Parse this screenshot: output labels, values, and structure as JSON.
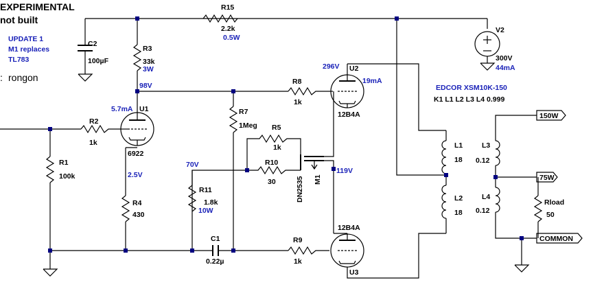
{
  "header": {
    "title_line1": "EXPERIMENTAL",
    "title_line2": "not built",
    "update": [
      "UPDATE 1",
      "M1 replaces",
      "TL783"
    ],
    "author": "rongon"
  },
  "components": {
    "R15": {
      "ref": "R15",
      "value": "2.2k",
      "power": "0.5W"
    },
    "C2": {
      "ref": "C2",
      "value": "100µF"
    },
    "R3": {
      "ref": "R3",
      "value": "33k",
      "power": "3W"
    },
    "V2": {
      "ref": "V2",
      "value": "300V",
      "current": "44mA"
    },
    "R8": {
      "ref": "R8",
      "value": "1k"
    },
    "U2": {
      "ref": "U2",
      "value": "12B4A",
      "current": "19mA"
    },
    "U1": {
      "ref": "U1",
      "value": "6922",
      "current": "5.7mA"
    },
    "R2": {
      "ref": "R2",
      "value": "1k"
    },
    "R7": {
      "ref": "R7",
      "value": "1Meg"
    },
    "R5": {
      "ref": "R5",
      "value": "1k"
    },
    "R10": {
      "ref": "R10",
      "value": "30"
    },
    "M1": {
      "ref": "M1",
      "value": "DN2535"
    },
    "R1": {
      "ref": "R1",
      "value": "100k"
    },
    "R11": {
      "ref": "R11",
      "value": "1.8k",
      "power": "10W"
    },
    "R4": {
      "ref": "R4",
      "value": "430"
    },
    "C1": {
      "ref": "C1",
      "value": "0.22µ"
    },
    "R9": {
      "ref": "R9",
      "value": "1k"
    },
    "U3": {
      "ref": "U3",
      "value": "12B4A"
    },
    "L1": {
      "ref": "L1",
      "value": "18"
    },
    "L2": {
      "ref": "L2",
      "value": "18"
    },
    "L3": {
      "ref": "L3",
      "value": "0.12"
    },
    "L4": {
      "ref": "L4",
      "value": "0.12"
    },
    "Rload": {
      "ref": "Rload",
      "value": "50"
    }
  },
  "voltages": {
    "v296": "296V",
    "v98": "98V",
    "v70": "70V",
    "v119": "119V",
    "v25": "2.5V"
  },
  "transformer": {
    "name": "EDCOR  XSM10K-150",
    "coupling": "K1 L1 L2 L3 L4 0.999"
  },
  "outputs": {
    "o150": "150W",
    "o75": "75W",
    "common": "COMMON"
  },
  "colors": {
    "wire": "#000000",
    "annotation": "#1a22b8",
    "node": "#000080"
  }
}
